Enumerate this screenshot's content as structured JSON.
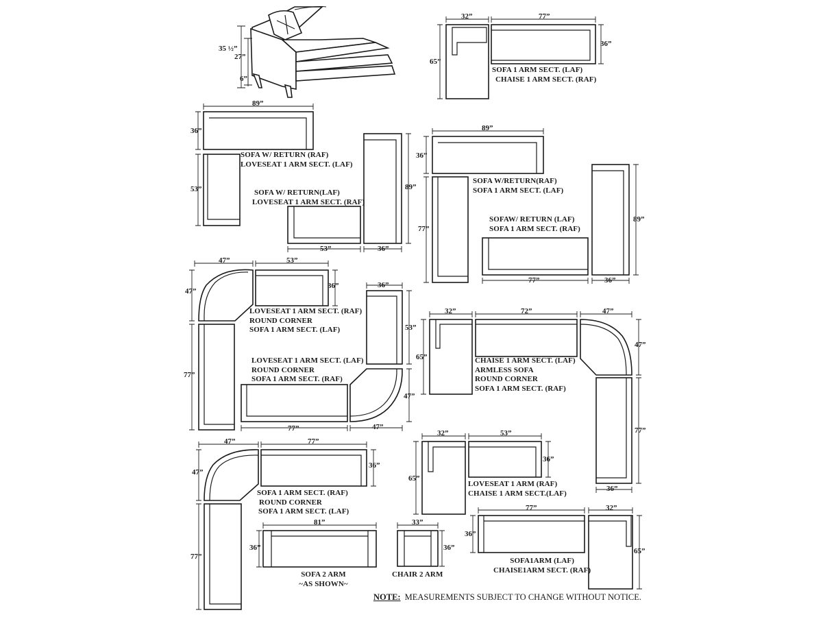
{
  "dims": {
    "d1": "32”",
    "d2": "77”",
    "d3": "65”",
    "d4": "36”",
    "d5": "35 ½”",
    "d6": "27”",
    "d7": "6”",
    "d8": "89”",
    "d9": "36”",
    "d10": "53”",
    "d11": "89”",
    "d12": "53”",
    "d13": "36”",
    "d14": "89”",
    "d15": "36”",
    "d16": "77”",
    "d17": "89”",
    "d18": "77”",
    "d19": "36”",
    "d20": "47”",
    "d21": "53”",
    "d22": "47”",
    "d23": "36”",
    "d24": "77”",
    "d25": "36”",
    "d26": "53”",
    "d27": "47”",
    "d28": "77”",
    "d29": "47”",
    "d30": "32”",
    "d31": "72”",
    "d32": "47”",
    "d33": "65”",
    "d34": "47”",
    "d35": "77”",
    "d36": "36”",
    "d37": "47”",
    "d38": "77”",
    "d39": "47”",
    "d40": "36”",
    "d41": "77”",
    "d42": "32”",
    "d43": "53”",
    "d44": "65”",
    "d45": "36”",
    "d46": "81”",
    "d47": "36”",
    "d48": "33”",
    "d49": "36”",
    "d50": "77”",
    "d51": "32”",
    "d52": "36”",
    "d53": "65”"
  },
  "labels": {
    "g1a": "SOFA 1 ARM SECT.  (LAF)",
    "g1b": "CHAISE 1 ARM SECT.  (RAF)",
    "g2a": "SOFA W/ RETURN (RAF)",
    "g2b": "LOVESEAT 1 ARM SECT.  (LAF)",
    "g3a": "SOFA  W/ RETURN(LAF)",
    "g3b": "LOVESEAT 1 ARM SECT. (RAF)",
    "g4a": "SOFA W/RETURN(RAF)",
    "g4b": "SOFA 1 ARM SECT. (LAF)",
    "g5a": "SOFAW/ RETURN  (LAF)",
    "g5b": "SOFA 1 ARM SECT. (RAF)",
    "g6a": "LOVESEAT 1 ARM SECT. (RAF)",
    "g6b": "ROUND CORNER",
    "g6c": "SOFA 1 ARM SECT. (LAF)",
    "g7a": "LOVESEAT 1 ARM SECT. (LAF)",
    "g7b": "ROUND CORNER",
    "g7c": "SOFA 1 ARM SECT. (RAF)",
    "g8a": "CHAISE 1 ARM SECT. (LAF)",
    "g8b": "ARMLESS SOFA",
    "g8c": "ROUND CORNER",
    "g8d": "SOFA 1 ARM SECT. (RAF)",
    "g9a": "SOFA 1 ARM SECT. (RAF)",
    "g9b": "ROUND CORNER",
    "g9c": "SOFA 1 ARM SECT. (LAF)",
    "g10a": "LOVESEAT 1 ARM (RAF)",
    "g10b": "CHAISE 1 ARM SECT.(LAF)",
    "g11a": "SOFA 2 ARM",
    "g11b": "~AS SHOWN~",
    "g12": "CHAIR 2 ARM",
    "g13a": "SOFA1ARM (LAF)",
    "g13b": "CHAISE1ARM SECT. (RAF)"
  },
  "note": {
    "key": "NOTE:",
    "text": "MEASUREMENTS SUBJECT TO CHANGE WITHOUT NOTICE."
  }
}
